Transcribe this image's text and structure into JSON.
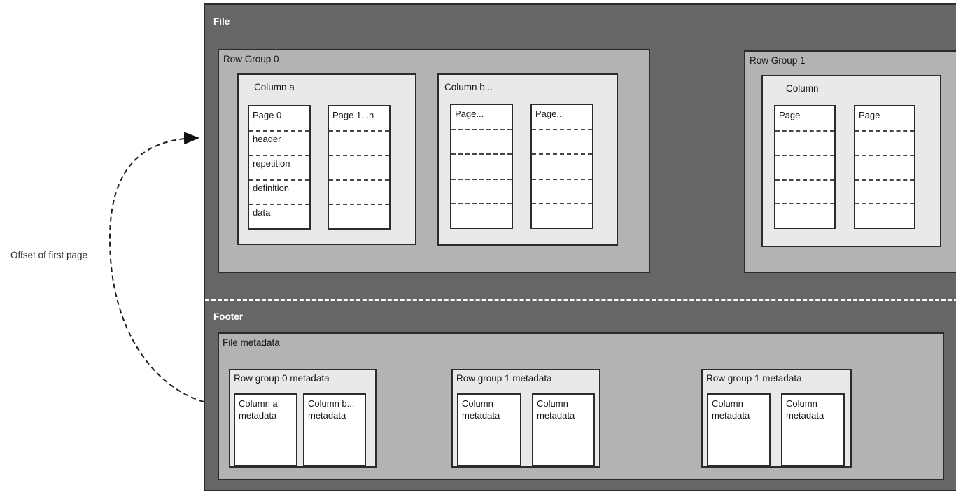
{
  "file": {
    "label": "File",
    "row_groups": [
      {
        "label": "Row Group 0",
        "columns": [
          {
            "label": "Column a",
            "pages": [
              {
                "title": "Page 0",
                "sections": [
                  "header",
                  "repetition",
                  "definition",
                  "data"
                ]
              },
              {
                "title": "Page 1...n",
                "sections": [
                  "",
                  "",
                  "",
                  ""
                ]
              }
            ]
          },
          {
            "label": "Column b...",
            "pages": [
              {
                "title": "Page...",
                "sections": [
                  "",
                  "",
                  "",
                  ""
                ]
              },
              {
                "title": "Page...",
                "sections": [
                  "",
                  "",
                  "",
                  ""
                ]
              }
            ]
          }
        ]
      },
      {
        "label": "Row Group 1",
        "columns": [
          {
            "label": "Column",
            "pages": [
              {
                "title": "Page",
                "sections": [
                  "",
                  "",
                  "",
                  ""
                ]
              },
              {
                "title": "Page",
                "sections": [
                  "",
                  "",
                  "",
                  ""
                ]
              }
            ]
          }
        ]
      }
    ],
    "footer": {
      "label": "Footer",
      "file_metadata": {
        "label": "File metadata",
        "row_group_metadata": [
          {
            "label": "Row group 0 metadata",
            "columns": [
              "Column a metadata",
              "Column b... metadata"
            ]
          },
          {
            "label": "Row group 1 metadata",
            "columns": [
              "Column metadata",
              "Column metadata"
            ]
          },
          {
            "label": "Row group 1 metadata",
            "columns": [
              "Column metadata",
              "Column metadata"
            ]
          }
        ]
      }
    }
  },
  "annotation": {
    "offset_label": "Offset of first page"
  },
  "colors": {
    "file_bg": "#666666",
    "row_group_bg": "#b3b3b3",
    "column_bg": "#e9e9e9",
    "page_bg": "#ffffff",
    "border": "#2b2b2b",
    "footer_divider": "#ffffff",
    "arrow": "#1a1a1a"
  }
}
